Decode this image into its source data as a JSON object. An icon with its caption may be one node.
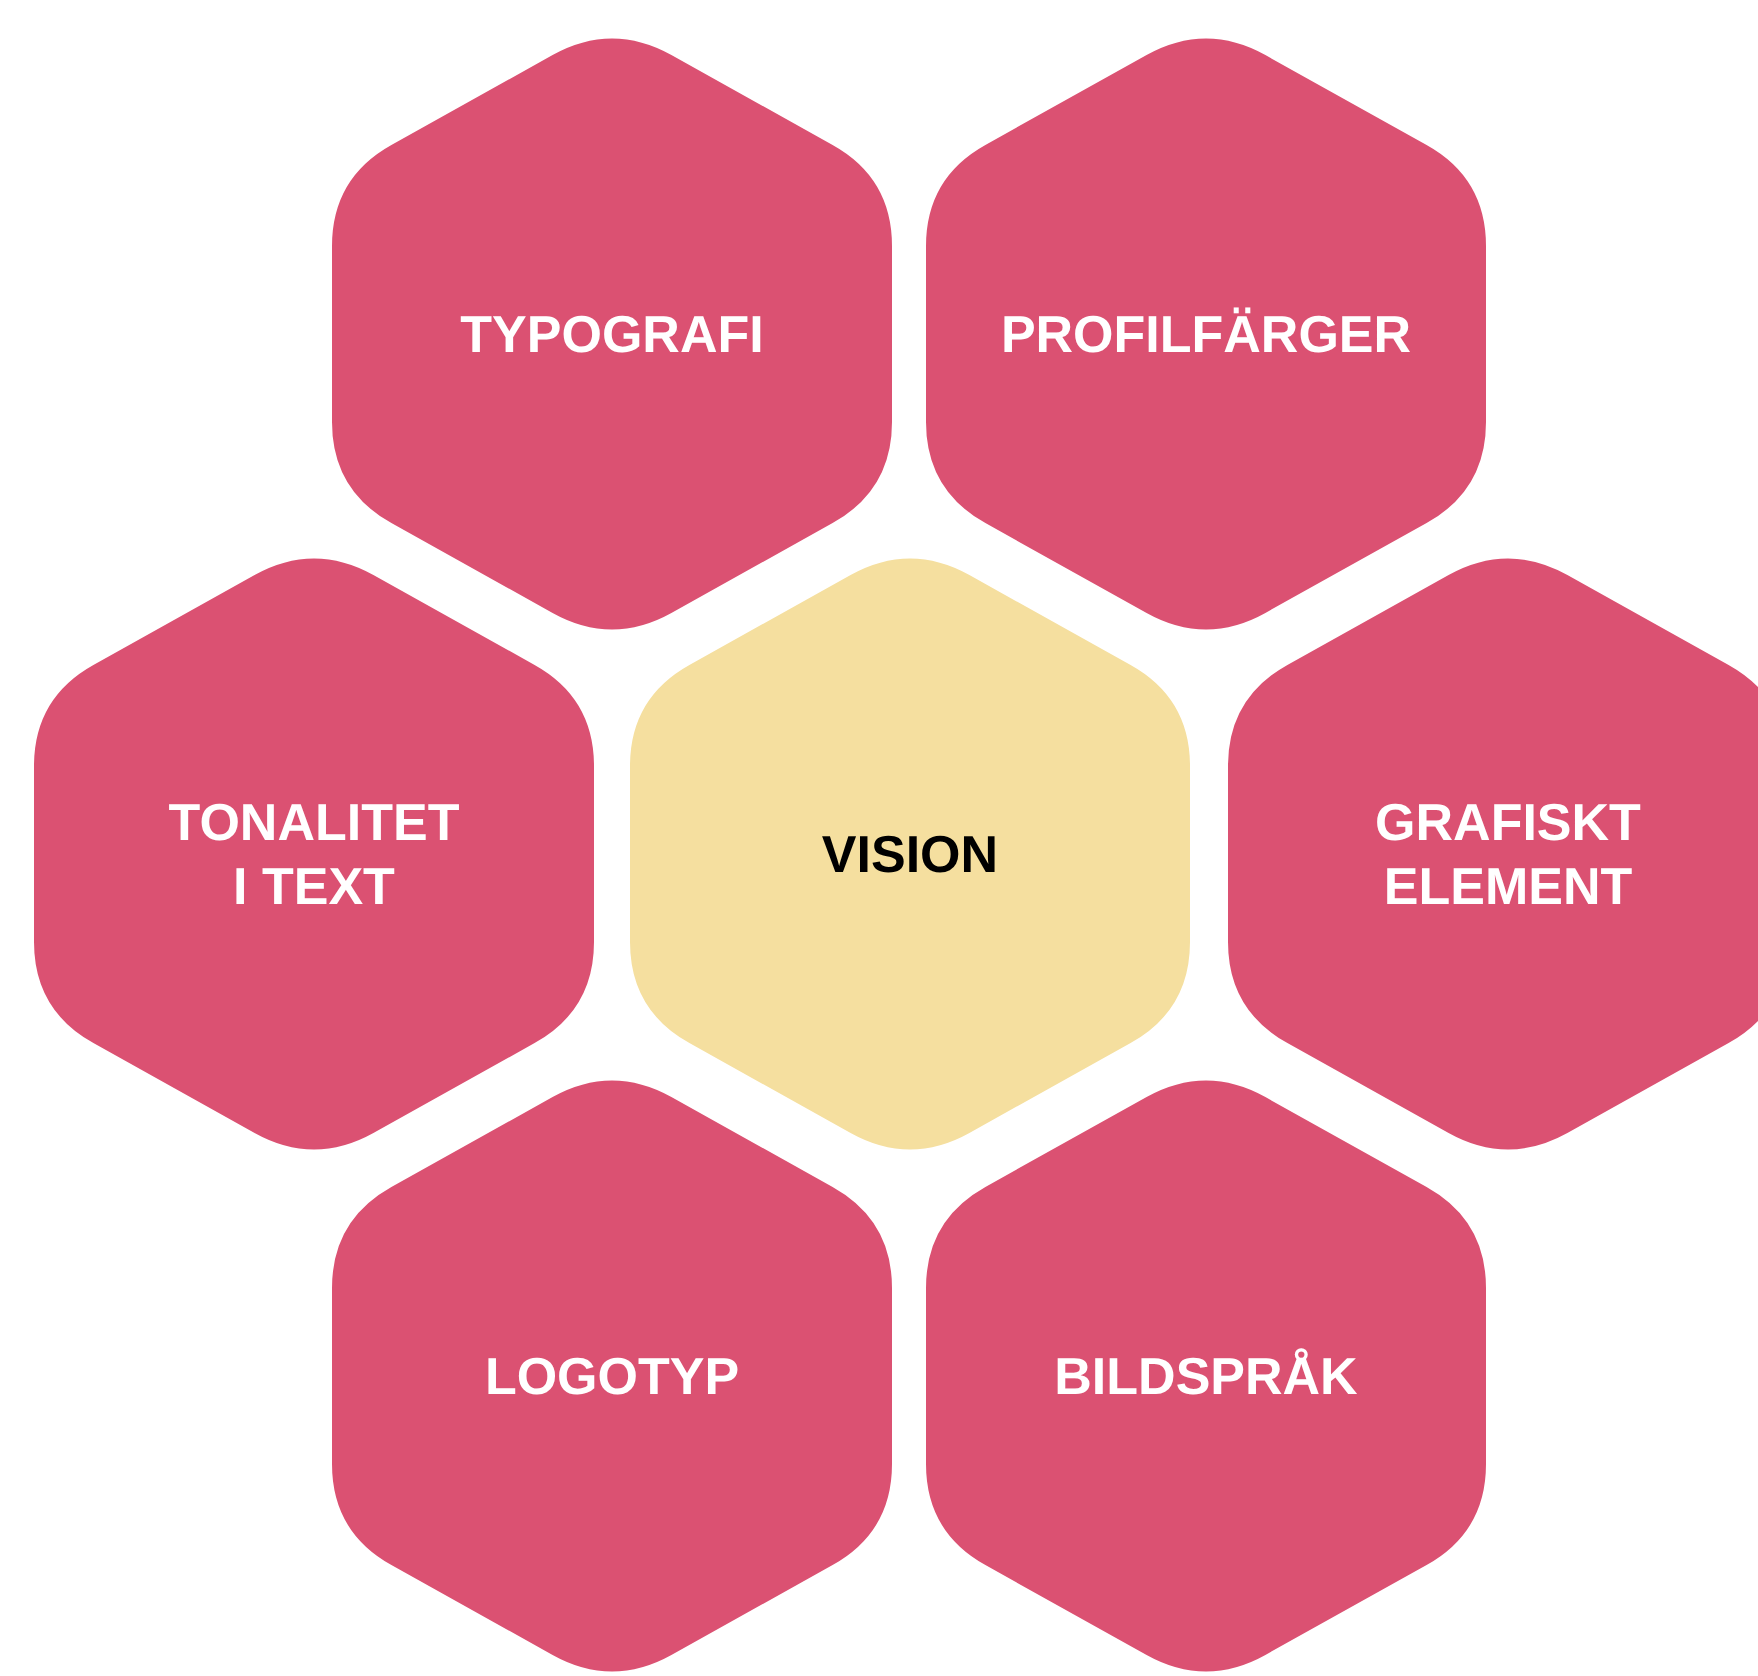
{
  "diagram": {
    "nodes": [
      {
        "text": [
          "TYPOGRAFI"
        ]
      },
      {
        "text": [
          "PROFILFÄRGER"
        ]
      },
      {
        "text": [
          "TONALITET I TEXT"
        ]
      },
      {
        "text": [
          "VISION"
        ]
      },
      {
        "text": [
          "GRAFISKT ELEMENT"
        ]
      },
      {
        "text": [
          "LOGOTYP"
        ]
      },
      {
        "text": [
          "BILDSPRÅK"
        ]
      }
    ]
  }
}
